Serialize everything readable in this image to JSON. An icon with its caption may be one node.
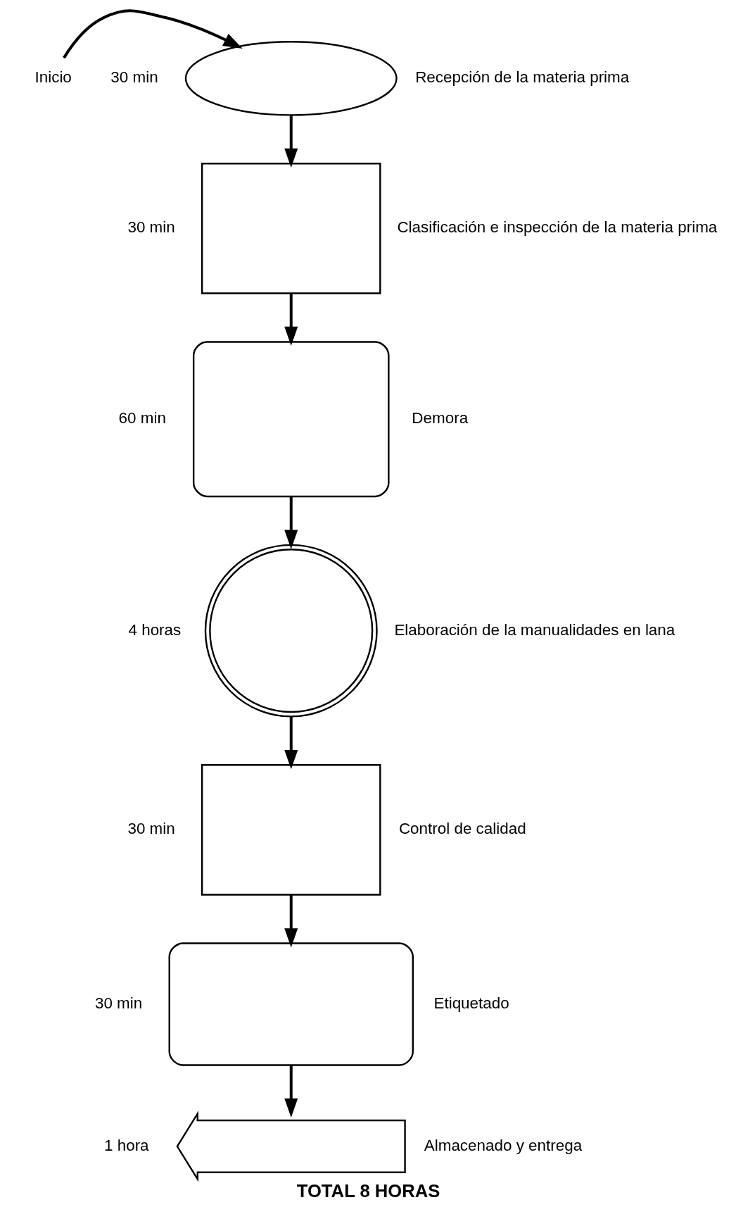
{
  "diagram": {
    "caption": "TOTAL 8 HORAS",
    "nodes": [
      {
        "text": [
          "Inicio"
        ]
      },
      {
        "text": [],
        "shape": "ellipse",
        "beside": [
          "30 min",
          "Recepción de la materia prima"
        ]
      },
      {
        "text": [],
        "shape": "box",
        "beside": [
          "30 min",
          "Clasificación e inspección de la materia prima"
        ]
      },
      {
        "text": [],
        "shape": "semicircle",
        "beside": [
          "60 min",
          "Demora"
        ]
      },
      {
        "text": [],
        "shape": "circle",
        "beside": [
          "4 horas",
          "Elaboración de la manualidades en lana"
        ]
      },
      {
        "text": [],
        "shape": "box",
        "beside": [
          "30 min",
          "Control de calidad"
        ]
      },
      {
        "text": [],
        "shape": "rounded",
        "beside": [
          "30 min",
          "Etiquetado"
        ]
      },
      {
        "text": [],
        "shape": "arrow",
        "beside": [
          "1 hora",
          "Almacenado y entrega"
        ]
      }
    ],
    "edges": [
      {
        "from": 0,
        "to": 1,
        "arrow": "to"
      },
      {
        "from": 1,
        "to": 2,
        "arrow": "to"
      },
      {
        "from": 2,
        "to": 3,
        "arrow": "to"
      },
      {
        "from": 3,
        "to": 4,
        "arrow": "to"
      },
      {
        "from": 4,
        "to": 5,
        "arrow": "to"
      },
      {
        "from": 5,
        "to": 6,
        "arrow": "to"
      },
      {
        "from": 6,
        "to": 7,
        "arrow": "to"
      }
    ]
  }
}
